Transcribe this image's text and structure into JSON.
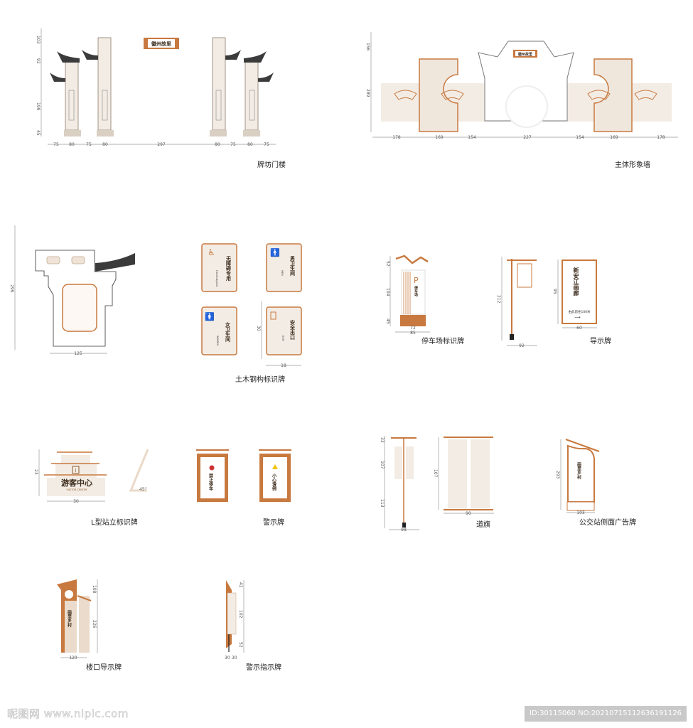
{
  "colors": {
    "accent": "#c8793f",
    "panel": "#f3ece4",
    "roof": "#3b3b3b",
    "dim": "#999999"
  },
  "sections": {
    "paifang": {
      "caption": "牌坊门楼",
      "plaque": "徽州故里",
      "v_dims": [
        "103",
        "92",
        "199",
        "45"
      ],
      "h_dims": [
        "75",
        "80",
        "75",
        "80",
        "297",
        "80",
        "75",
        "80",
        "75"
      ]
    },
    "wall": {
      "caption": "主体形象墙",
      "v_dims": [
        "156",
        "289"
      ],
      "h_dims": [
        "178",
        "169",
        "154",
        "227",
        "154",
        "169",
        "178"
      ]
    },
    "gate": {
      "v_dim": "299",
      "h_dim": "125"
    },
    "steel": {
      "caption": "土木钢构标识牌",
      "signs": [
        {
          "icon": "wheelchair-icon",
          "cn": "无障碍专用",
          "en": "Handicapped"
        },
        {
          "icon": "man-icon",
          "cn": "男卫生间",
          "en": "MEN"
        },
        {
          "icon": "woman-icon",
          "cn": "女卫生间",
          "en": "WOMEN"
        },
        {
          "icon": "exit-icon",
          "cn": "安全出口",
          "en": "EXIT"
        }
      ],
      "v_dim": "30",
      "h_dim": "18"
    },
    "parking": {
      "caption": "停车场标识牌",
      "letter": "P",
      "label": "停车场",
      "v_dims": [
        "52",
        "104",
        "45"
      ],
      "h_dims": [
        "72",
        "85"
      ]
    },
    "guide": {
      "caption": "导示牌",
      "title": "新安江画廊",
      "sub": "由此前往100米",
      "pole_v": "212",
      "pole_h": "92",
      "v_dim": "95",
      "h_dim": "60"
    },
    "lsign": {
      "caption": "L型站立标识牌",
      "title": "游客中心",
      "subtitle": "VISITOR CENTER",
      "info": "i",
      "angle": "45°",
      "v_dim": "23",
      "h_dim": "30"
    },
    "warning": {
      "caption": "警示牌",
      "signs": [
        "禁止停车",
        "小心滑倒"
      ]
    },
    "flag": {
      "caption": "道旗",
      "dims_a": [
        "33",
        "107",
        "113",
        "98"
      ],
      "v_dim": "107",
      "h_dim": "90"
    },
    "bus": {
      "caption": "公交站侧面广告牌",
      "title": "画里乡村",
      "v_dim": "293",
      "h_dim": "103"
    },
    "building": {
      "caption": "楼口导示牌",
      "title": "画里乡村",
      "v_dims": [
        "108",
        "226"
      ],
      "h_dim": "120"
    },
    "warnpost": {
      "caption": "警示指示牌",
      "v_dims": [
        "42",
        "102",
        "52"
      ],
      "h_dims": [
        "30",
        "30"
      ]
    }
  },
  "watermark": {
    "left": "昵图网 www.nipic.com",
    "right": "ID:30115060 NO:20210715112636191126"
  }
}
